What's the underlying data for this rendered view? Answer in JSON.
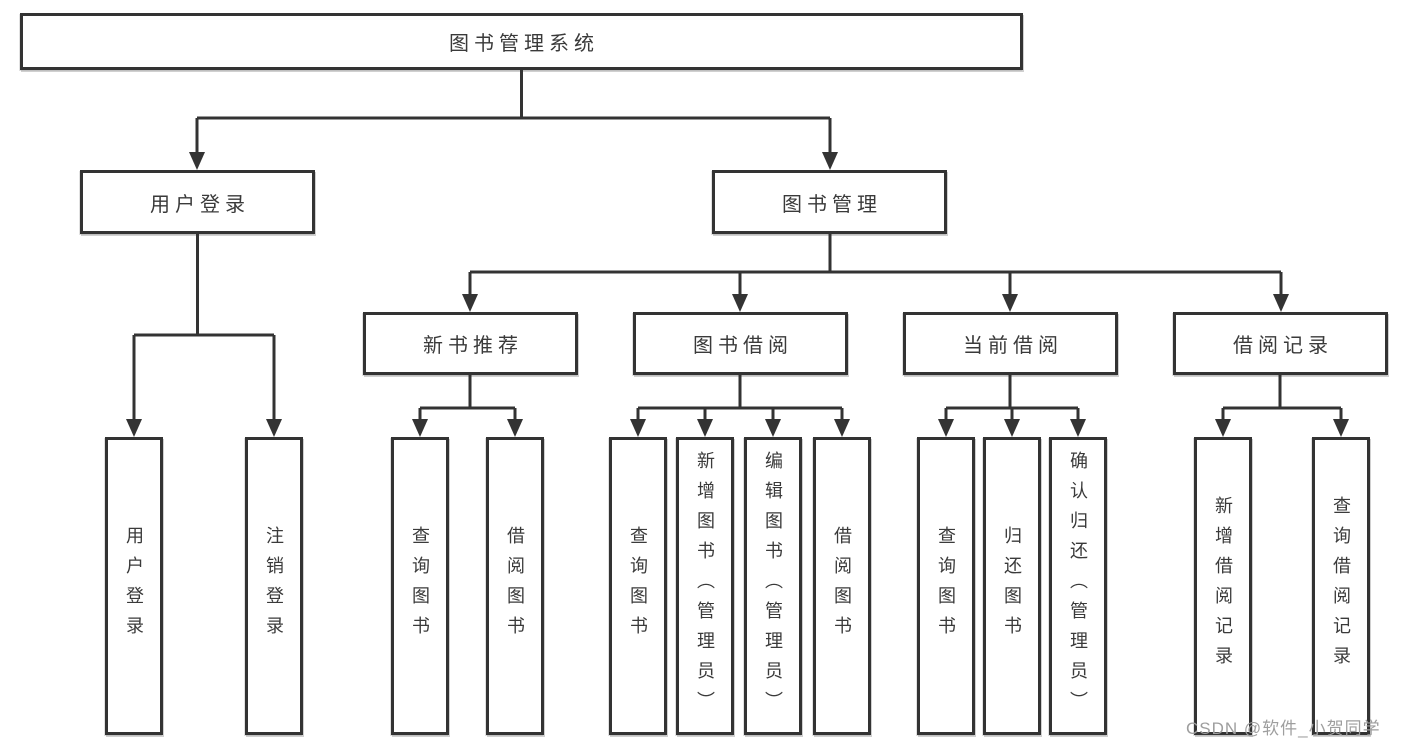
{
  "diagram": {
    "title": "图书管理系统",
    "level2": {
      "user_login": "用户登录",
      "book_mgmt": "图书管理"
    },
    "level3": {
      "new_books": "新书推荐",
      "borrowing": "图书借阅",
      "current": "当前借阅",
      "records": "借阅记录"
    },
    "leaves": {
      "login": "用户登录",
      "logout": "注销登录",
      "nb_query": "查询图书",
      "nb_borrow": "借阅图书",
      "bb_query": "查询图书",
      "bb_add": "新增图书（管理员）",
      "bb_edit": "编辑图书（管理员）",
      "bb_borrow": "借阅图书",
      "cb_query": "查询图书",
      "cb_return": "归还图书",
      "cb_confirm": "确认归还（管理员）",
      "br_add": "新增借阅记录",
      "br_query": "查询借阅记录"
    }
  },
  "watermark": {
    "text": "CSDN @软件_小贺同学"
  },
  "colors": {
    "line": "#333333",
    "text": "#3a3a3a",
    "watermark": "#9e9e9e",
    "background": "#ffffff"
  }
}
